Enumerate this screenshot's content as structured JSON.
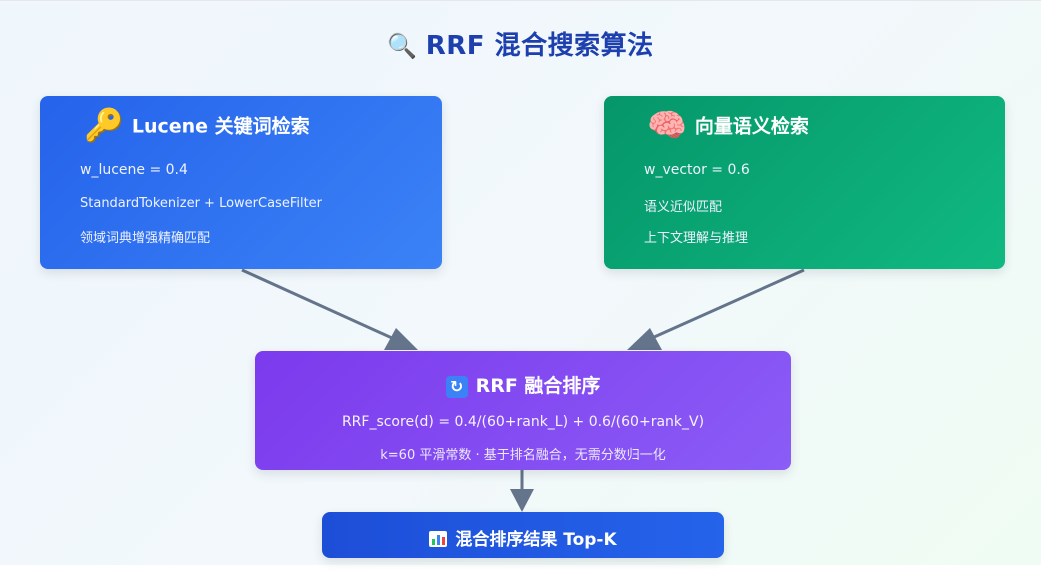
{
  "title": {
    "icon": "🔍",
    "text": "RRF 混合搜索算法"
  },
  "lucene_box": {
    "icon": "🔑",
    "icon_name": "key-icon",
    "title": "Lucene 关键词检索",
    "lines": [
      "w_lucene = 0.4",
      "StandardTokenizer + LowerCaseFilter",
      "领域词典增强精确匹配"
    ],
    "color": "#2563eb"
  },
  "vector_box": {
    "icon": "🧠",
    "icon_name": "brain-icon",
    "title": "向量语义检索",
    "lines": [
      "w_vector = 0.6",
      "语义近似匹配",
      "上下文理解与推理"
    ],
    "color": "#059669"
  },
  "rrf_box": {
    "icon": "🔄",
    "icon_name": "refresh-icon",
    "title": "RRF 融合排序",
    "formula": "RRF_score(d) = 0.4/(60+rank_L) + 0.6/(60+rank_V)",
    "note": "k=60 平滑常数 · 基于排名融合，无需分数归一化",
    "color": "#7c3aed"
  },
  "result_box": {
    "icon_name": "bar-chart-icon",
    "label": "混合排序结果 Top-K",
    "color": "#1d4ed8"
  },
  "arrow_color": "#64748b"
}
